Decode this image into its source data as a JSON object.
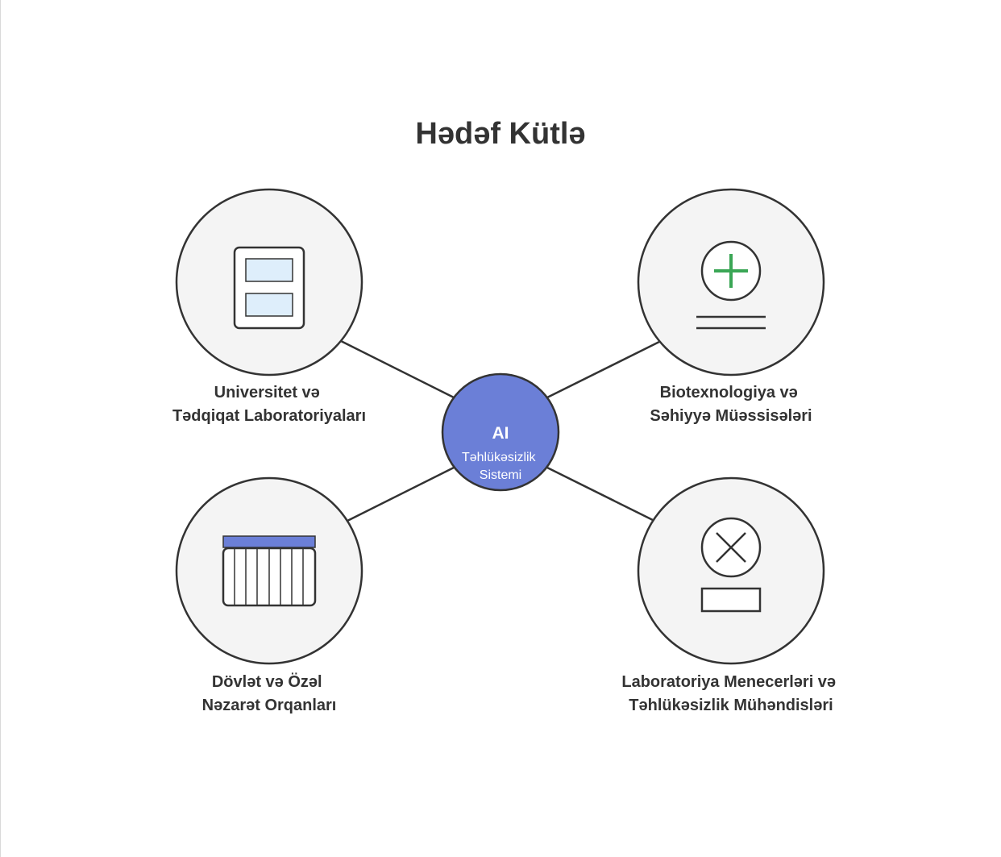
{
  "title": "Hədəf Kütlə",
  "hub": {
    "title": "AI",
    "subtitle_line1": "Təhlükəsizlik",
    "subtitle_line2": "Sistemi",
    "color": "#6b7fd7"
  },
  "colors": {
    "node_fill": "#f4f4f4",
    "stroke": "#333333",
    "accent_blue": "#6b7fd7",
    "light_blue": "#deeefb",
    "green": "#3aa655"
  },
  "nodes": [
    {
      "id": "university",
      "icon": "cabinet-icon",
      "label_line1": "Universitet və",
      "label_line2": "Tədqiqat Laboratoriyaları"
    },
    {
      "id": "biotech",
      "icon": "medical-cross-icon",
      "label_line1": "Biotexnologiya və",
      "label_line2": "Səhiyyə Müəssisələri"
    },
    {
      "id": "government",
      "icon": "building-icon",
      "label_line1": "Dövlət və Özəl",
      "label_line2": "Nəzarət Orqanları"
    },
    {
      "id": "managers",
      "icon": "close-x-icon",
      "label_line1": "Laboratoriya Menecerləri və",
      "label_line2": "Təhlükəsizlik Mühəndisləri"
    }
  ]
}
